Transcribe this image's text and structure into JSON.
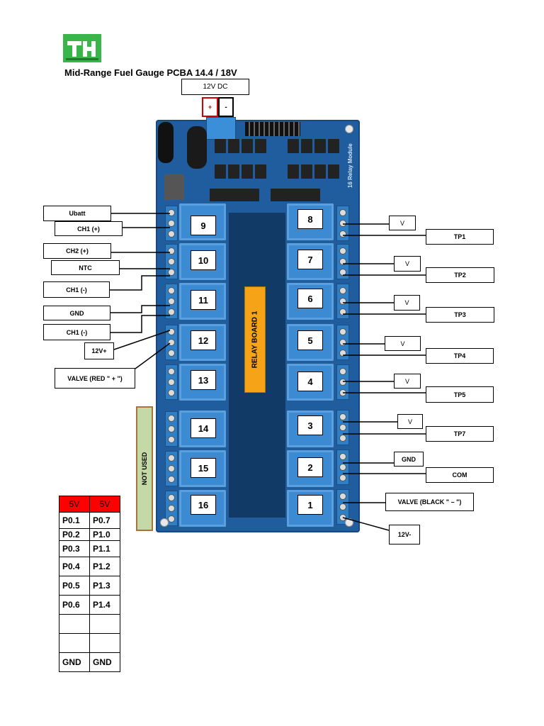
{
  "logo": {
    "text": "TH",
    "colors": {
      "bg": "#39b54a",
      "fg": "#ffffff"
    }
  },
  "title": "Mid-Range Fuel Gauge PCBA 14.4 / 18V",
  "power": {
    "label": "12V DC",
    "plus": "+",
    "minus": "-"
  },
  "board": {
    "center_label": "RELAY BOARD 1",
    "side_text": "16 Relay Module",
    "relays_left": [
      "9",
      "10",
      "11",
      "12",
      "13",
      "14",
      "15",
      "16"
    ],
    "relays_right": [
      "8",
      "7",
      "6",
      "5",
      "4",
      "3",
      "2",
      "1"
    ]
  },
  "left_labels": [
    "Ubatt",
    "CH1 (+)",
    "CH2 (+)",
    "NTC",
    "CH1 (-)",
    "GND",
    "CH1 (-)",
    "12V+",
    "VALVE (RED \" + \")"
  ],
  "right_labels": [
    "V",
    "TP1",
    "V",
    "TP2",
    "V",
    "TP3",
    "V",
    "TP4",
    "V",
    "TP5",
    "V",
    "TP7",
    "GND",
    "COM",
    "VALVE (BLACK \" – \")",
    "12V-"
  ],
  "not_used": "NOT USED",
  "pin_table": {
    "header": [
      "5V",
      "5V"
    ],
    "rows": [
      [
        "P0.1",
        "P0.7"
      ],
      [
        "P0.2",
        "P1.0"
      ],
      [
        "P0.3",
        "P1.1"
      ],
      [
        "P0.4",
        "P1.2"
      ],
      [
        "P0.5",
        "P1.3"
      ],
      [
        "P0.6",
        "P1.4"
      ],
      [
        "",
        ""
      ],
      [
        "",
        ""
      ],
      [
        "GND",
        "GND"
      ]
    ]
  },
  "colors": {
    "board": "#1f5d9e",
    "relay": "#3b8ad2",
    "relay_board_label": "#f4a416",
    "header_red": "#ff0000",
    "not_used_fill": "#c4d9a6",
    "not_used_border": "#a9743c"
  }
}
